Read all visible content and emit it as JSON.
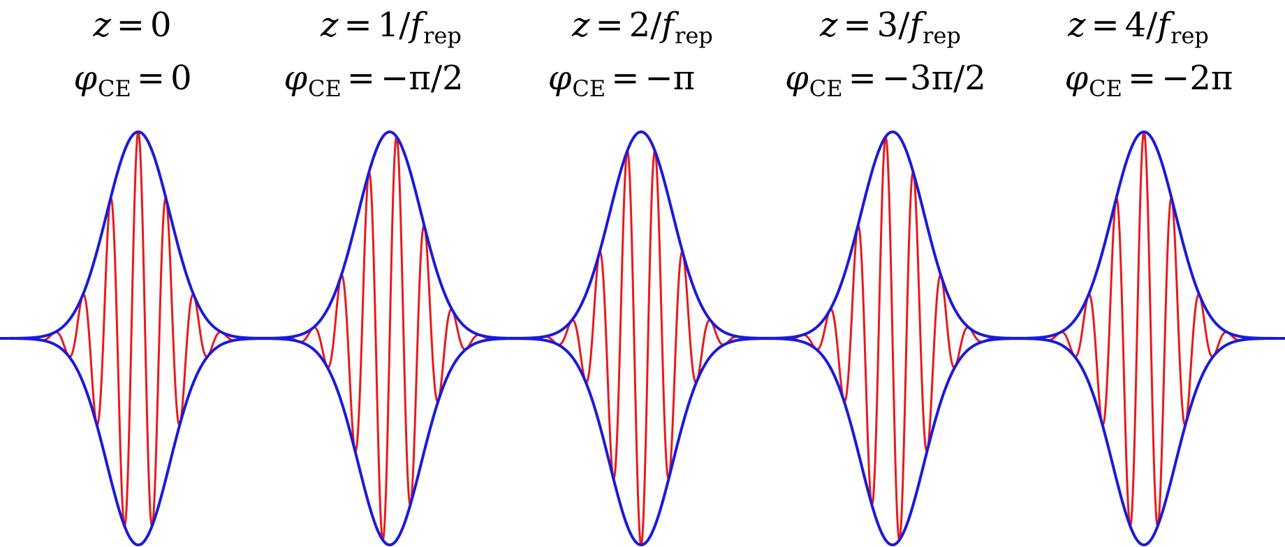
{
  "pulses": [
    {
      "z_var": "z",
      "z_eq": "=",
      "z_val": "0",
      "z_frac": "",
      "z_f": "",
      "z_sub": "",
      "phi_var": "φ",
      "phi_sub": "CE",
      "phi_eq": "=",
      "phi_val": "0",
      "ce_phase_rad": 0
    },
    {
      "z_var": "z",
      "z_eq": "=",
      "z_val": "1",
      "z_frac": "/",
      "z_f": "f",
      "z_sub": "rep",
      "phi_var": "φ",
      "phi_sub": "CE",
      "phi_eq": "=",
      "phi_val": "−π/2",
      "ce_phase_rad": -1.5708
    },
    {
      "z_var": "z",
      "z_eq": "=",
      "z_val": "2",
      "z_frac": "/",
      "z_f": "f",
      "z_sub": "rep",
      "phi_var": "φ",
      "phi_sub": "CE",
      "phi_eq": "=",
      "phi_val": "−π",
      "ce_phase_rad": -3.1416
    },
    {
      "z_var": "z",
      "z_eq": "=",
      "z_val": "3",
      "z_frac": "/",
      "z_f": "f",
      "z_sub": "rep",
      "phi_var": "φ",
      "phi_sub": "CE",
      "phi_eq": "=",
      "phi_val": "−3π/2",
      "ce_phase_rad": -4.7124
    },
    {
      "z_var": "z",
      "z_eq": "=",
      "z_val": "4",
      "z_frac": "/",
      "z_f": "f",
      "z_sub": "rep",
      "phi_var": "φ",
      "phi_sub": "CE",
      "phi_eq": "=",
      "phi_val": "−2π",
      "ce_phase_rad": -6.2832
    }
  ],
  "colors": {
    "envelope": "#1a1adb",
    "carrier": "#e8191b",
    "text": "#000000"
  }
}
